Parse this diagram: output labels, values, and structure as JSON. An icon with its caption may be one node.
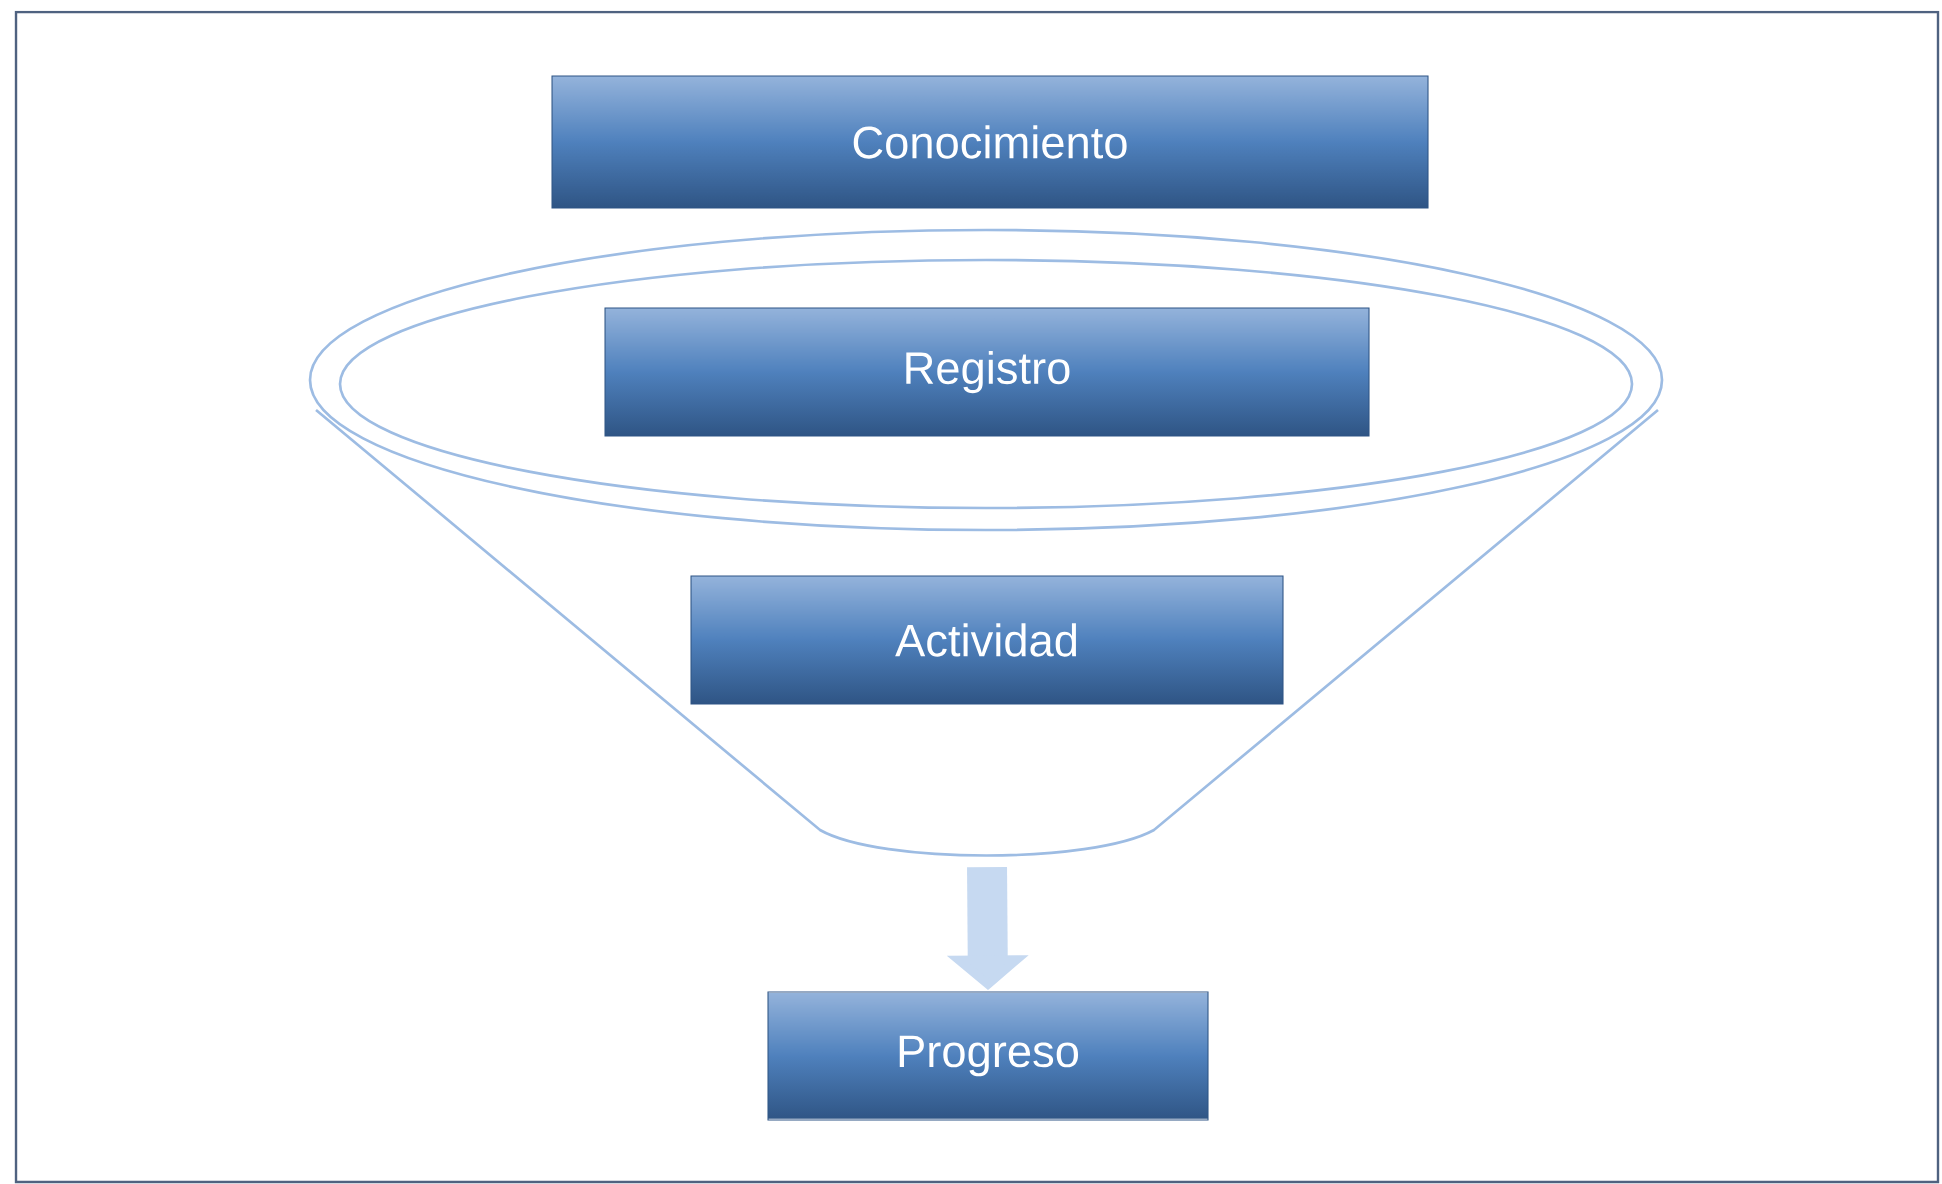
{
  "diagram": {
    "nodes": [
      {
        "text": [
          "Conocimiento"
        ]
      },
      {
        "text": [],
        "shape": "funnel"
      },
      {
        "text": [
          "Registro"
        ],
        "in": 1
      },
      {
        "text": [
          "Actividad"
        ],
        "in": 1
      },
      {
        "text": [
          "Progreso"
        ]
      }
    ],
    "edges": [
      {
        "from": 1,
        "to": 4,
        "arrow": "to"
      }
    ]
  }
}
